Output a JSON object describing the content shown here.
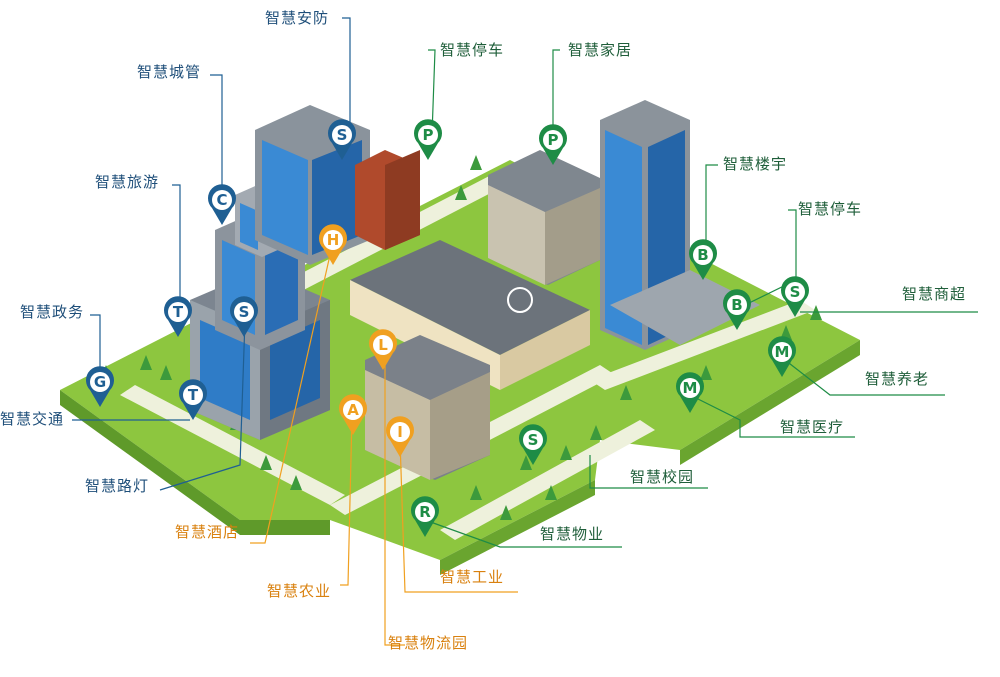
{
  "labels": {
    "anfang": "智慧安防",
    "chengguan": "智慧城管",
    "lvyou": "智慧旅游",
    "zhengwu": "智慧政务",
    "jiaotong": "智慧交通",
    "ludeng": "智慧路灯",
    "jiudian": "智慧酒店",
    "nongye": "智慧农业",
    "tingche_top": "智慧停车",
    "jiaju": "智慧家居",
    "louyu": "智慧楼宇",
    "tingche_right": "智慧停车",
    "shangchao": "智慧商超",
    "yanglao": "智慧养老",
    "yiliao": "智慧医疗",
    "xiaoyuan": "智慧校园",
    "wuye": "智慧物业",
    "gongye": "智慧工业",
    "wuliuyuan": "智慧物流园"
  },
  "pins": {
    "s1": "S",
    "c": "C",
    "t1": "T",
    "s2": "S",
    "g": "G",
    "t2": "T",
    "h": "H",
    "l": "L",
    "a": "A",
    "i": "I",
    "p1": "P",
    "p2": "P",
    "b1": "B",
    "b2": "B",
    "s3": "S",
    "m1": "M",
    "m2": "M",
    "s4": "S",
    "r": "R"
  },
  "colors": {
    "blue": "#1f5f93",
    "orange": "#f0a020",
    "green": "#1e8c46",
    "grass": "#8dc63f",
    "road": "#e9edd5"
  }
}
